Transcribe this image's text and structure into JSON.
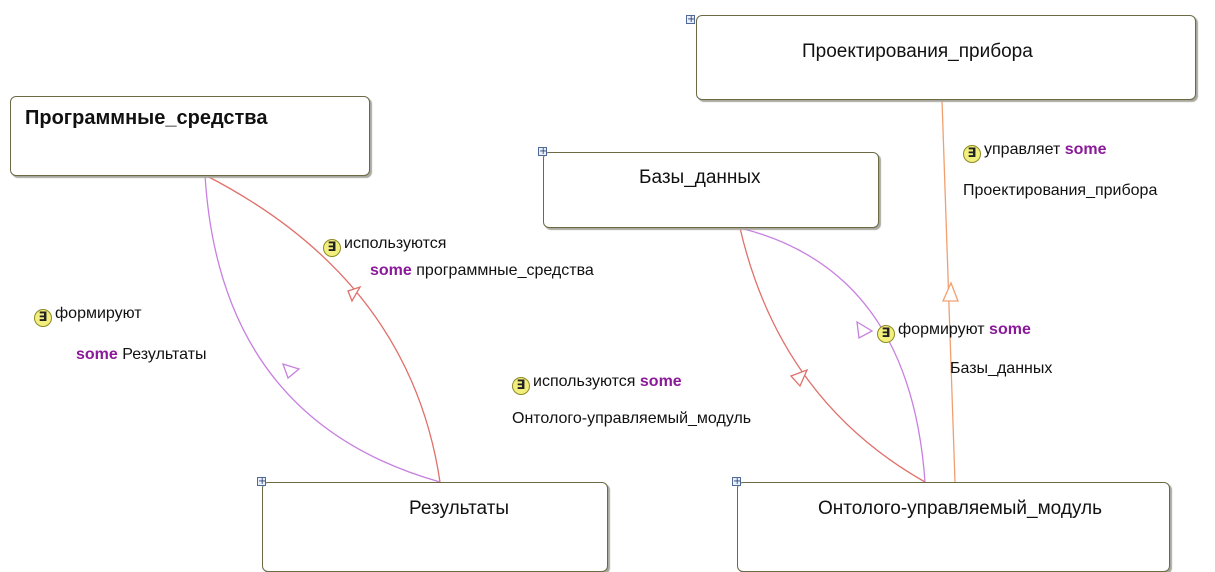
{
  "colors": {
    "edge_uses": "#e0706a",
    "edge_forms": "#c880e0",
    "edge_manages": "#f0a070",
    "keyword": "#8a1a9a",
    "exists_badge": "#f2ef7e"
  },
  "nodes": {
    "proektirovaniya": {
      "label": "Проектирования_прибора"
    },
    "programmnye": {
      "label": "Программные_средства"
    },
    "bazy": {
      "label": "Базы_данных"
    },
    "rezultaty": {
      "label": "Результаты"
    },
    "ontology_module": {
      "label": "Онтолого-управляемый_модуль"
    }
  },
  "edges": {
    "uses_software": {
      "symbol": "∃",
      "prop": "используются",
      "keyword": "some",
      "filler": "программные_средства"
    },
    "form_results": {
      "symbol": "∃",
      "prop": "формируют",
      "keyword": "some",
      "filler": "Результаты"
    },
    "manages": {
      "symbol": "∃",
      "prop": "управляет",
      "keyword": "some",
      "filler": "Проектирования_прибора"
    },
    "form_db": {
      "symbol": "∃",
      "prop": "формируют",
      "keyword": "some",
      "filler": "Базы_данных"
    },
    "uses_module": {
      "symbol": "∃",
      "prop": "используются",
      "keyword": "some",
      "filler": "Онтолого-управляемый_модуль"
    }
  },
  "expand_symbol": "+"
}
